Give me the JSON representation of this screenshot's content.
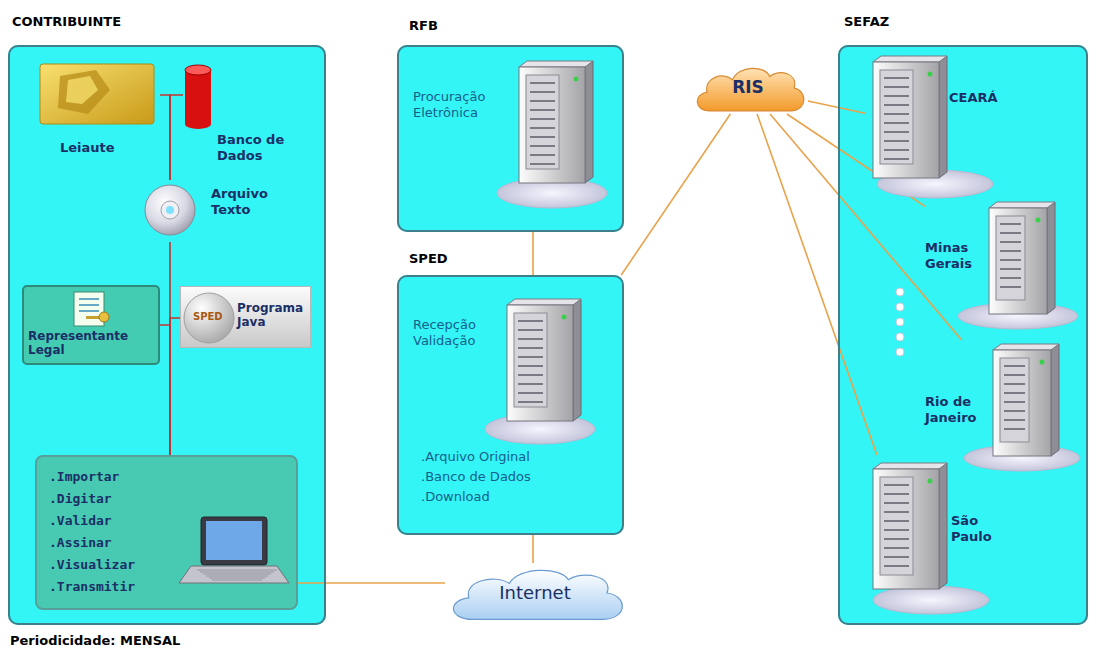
{
  "diagram": {
    "nodes": [
      {
        "text": [
          "CONTRIBUINTE"
        ]
      },
      {
        "text": [
          "Leiaute"
        ],
        "in": 0
      },
      {
        "text": [
          "Banco de Dados"
        ],
        "in": 0
      },
      {
        "text": [
          "Arquivo Texto"
        ],
        "in": 0
      },
      {
        "text": [
          "Representante Legal"
        ],
        "in": 0
      },
      {
        "text": [
          "SPED",
          "Programa Java"
        ],
        "in": 0
      },
      {
        "text": [
          ".Importar",
          ".Digitar",
          ".Validar",
          ".Assinar",
          ".Visualizar",
          ".Transmitir"
        ],
        "in": 0
      },
      {
        "text": [
          "RFB",
          "Procuração Eletrônica"
        ]
      },
      {
        "text": [
          "SPED",
          "Recepção Validação",
          ".Arquivo Original",
          ".Banco de Dados",
          ".Download"
        ]
      },
      {
        "text": [
          "RIS"
        ]
      },
      {
        "text": [
          "Internet"
        ]
      },
      {
        "text": [
          "SEFAZ"
        ]
      },
      {
        "text": [
          "CEARÁ"
        ],
        "in": 11
      },
      {
        "text": [
          "Minas Gerais"
        ],
        "in": 11
      },
      {
        "text": [
          "Rio de Janeiro"
        ],
        "in": 11
      },
      {
        "text": [
          "São Paulo"
        ],
        "in": 11
      }
    ],
    "edges": [
      {
        "from": 1,
        "to": 3,
        "arrow": "none"
      },
      {
        "from": 2,
        "to": 3,
        "arrow": "none"
      },
      {
        "from": 3,
        "to": 6,
        "arrow": "none"
      },
      {
        "from": 4,
        "to": 6,
        "arrow": "none"
      },
      {
        "from": 5,
        "to": 6,
        "arrow": "none"
      },
      {
        "from": 6,
        "to": 10,
        "arrow": "none"
      },
      {
        "from": 7,
        "to": 8,
        "arrow": "none"
      },
      {
        "from": 8,
        "to": 10,
        "arrow": "none"
      },
      {
        "from": 8,
        "to": 9,
        "arrow": "none"
      },
      {
        "from": 9,
        "to": 12,
        "arrow": "none"
      },
      {
        "from": 9,
        "to": 13,
        "arrow": "none"
      },
      {
        "from": 9,
        "to": 14,
        "arrow": "none"
      },
      {
        "from": 9,
        "to": 15,
        "arrow": "none"
      }
    ],
    "labels": [
      "Periodicidade: MENSAL"
    ]
  }
}
